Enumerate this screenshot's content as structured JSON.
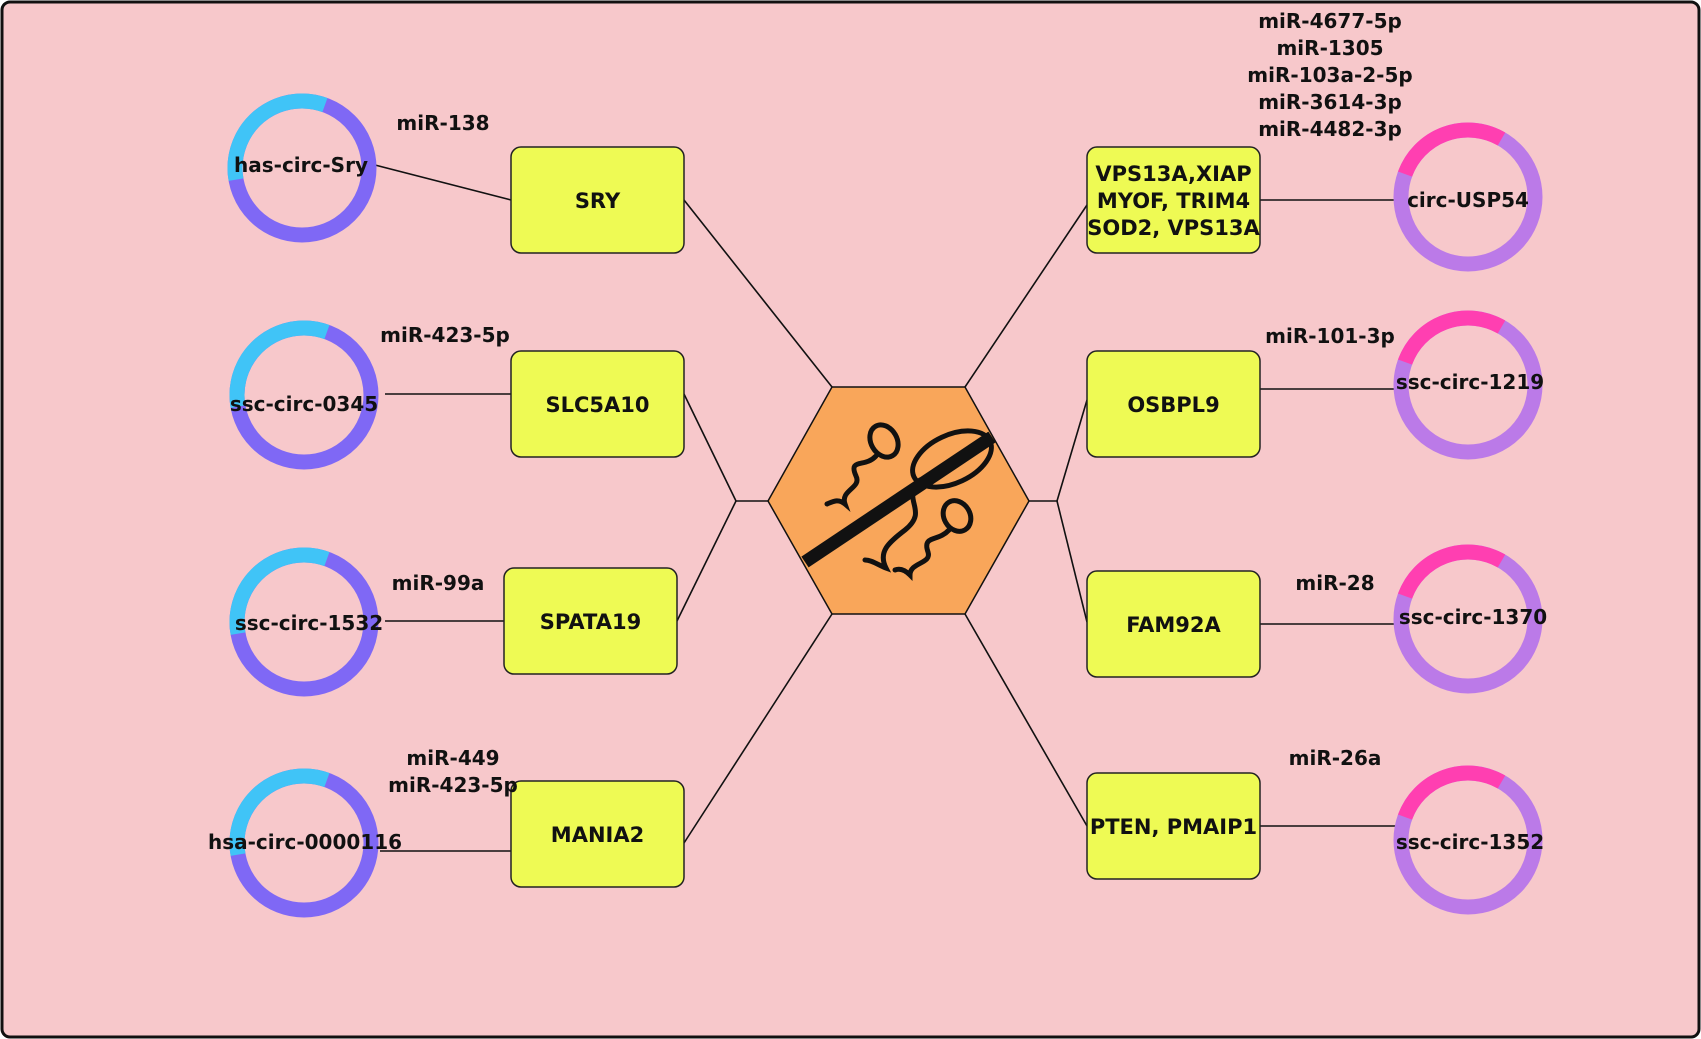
{
  "colors": {
    "background": "#f7c8cb",
    "frame": "#111111",
    "gene_fill": "#eefa54",
    "hexagon_fill": "#f9a65a",
    "left_ring_accent": "#40c4f7",
    "left_ring_main": "#7f68f5",
    "right_ring_accent": "#ff3fb1",
    "right_ring_main": "#bb7ae8"
  },
  "center": {
    "icon": "sperm-crossed-out-icon"
  },
  "left": [
    {
      "circ": "has-circ-Sry",
      "mirnas": [
        "miR-138"
      ],
      "genes": [
        "SRY"
      ]
    },
    {
      "circ": "ssc-circ-0345",
      "mirnas": [
        "miR-423-5p"
      ],
      "genes": [
        "SLC5A10"
      ]
    },
    {
      "circ": "ssc-circ-1532",
      "mirnas": [
        "miR-99a"
      ],
      "genes": [
        "SPATA19"
      ]
    },
    {
      "circ": "hsa-circ-0000116",
      "mirnas": [
        "miR-449",
        "miR-423-5p"
      ],
      "genes": [
        "MANIA2"
      ]
    }
  ],
  "right": [
    {
      "circ": "circ-USP54",
      "mirnas": [
        "miR-4677-5p",
        "miR-1305",
        "miR-103a-2-5p",
        "miR-3614-3p",
        "miR-4482-3p"
      ],
      "genes": [
        "VPS13A,XIAP",
        "MYOF, TRIM4",
        "SOD2, VPS13A"
      ]
    },
    {
      "circ": "ssc-circ-1219",
      "mirnas": [
        "miR-101-3p"
      ],
      "genes": [
        "OSBPL9"
      ]
    },
    {
      "circ": "ssc-circ-1370",
      "mirnas": [
        "miR-28"
      ],
      "genes": [
        "FAM92A"
      ]
    },
    {
      "circ": "ssc-circ-1352",
      "mirnas": [
        "miR-26a"
      ],
      "genes": [
        "PTEN, PMAIP1"
      ]
    }
  ]
}
